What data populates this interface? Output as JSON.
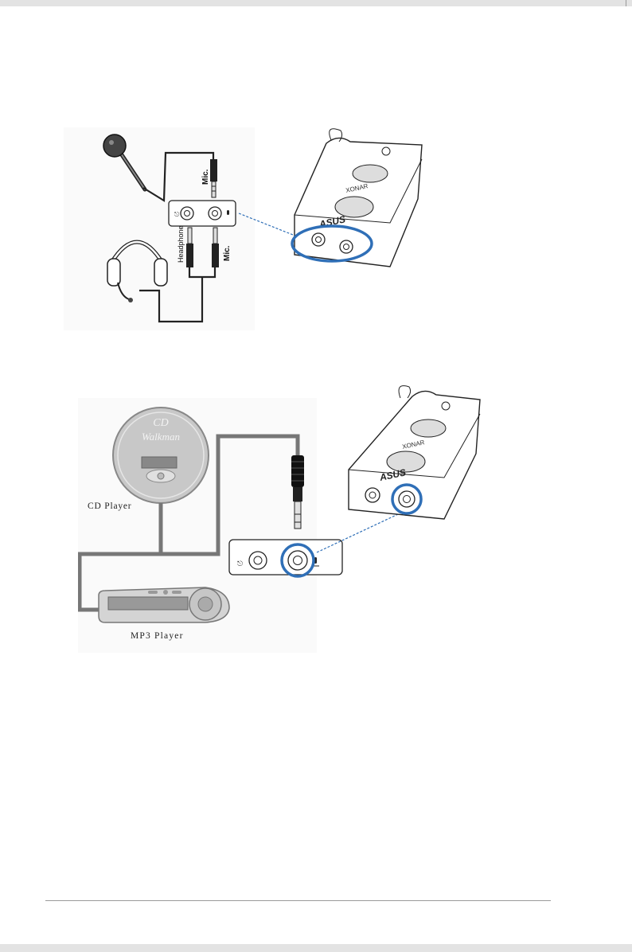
{
  "figure1": {
    "mic_plug_label": "Mic.",
    "headphone_plug_label": "Headphone",
    "mic_plug_label_2": "Mic.",
    "device_brand": "XONAR",
    "device_logo": "ASUS",
    "icons": [
      "microphone-icon",
      "headphone-icon",
      "headphone-jack-icon",
      "mic-jack-icon"
    ]
  },
  "figure2": {
    "cd_player_face": "CD",
    "cd_player_face_2": "Walkman",
    "cd_player_label": "CD Player",
    "mp3_player_label": "MP3 Player",
    "device_brand": "XONAR",
    "device_logo": "ASUS",
    "icons": [
      "cd-player-icon",
      "mp3-player-icon",
      "plug-icon",
      "headphone-jack-icon",
      "mic-jack-icon"
    ]
  },
  "colors": {
    "highlight": "#2f6fb7",
    "cable": "#777777",
    "outline": "#222222"
  }
}
